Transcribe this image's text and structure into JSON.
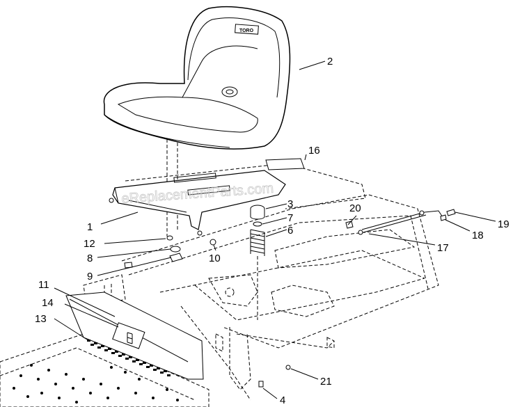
{
  "watermark": "eReplacementParts.com",
  "seat_logo": "TORO",
  "callouts": {
    "c1": "1",
    "c2": "2",
    "c3": "3",
    "c4": "4",
    "c5": "6",
    "c6": "7",
    "c7": "8",
    "c8": "9",
    "c9": "10",
    "c10": "11",
    "c11": "12",
    "c12": "13",
    "c13": "14",
    "c14": "16",
    "c15": "17",
    "c16": "18",
    "c17": "19",
    "c18": "20",
    "c19": "21"
  }
}
